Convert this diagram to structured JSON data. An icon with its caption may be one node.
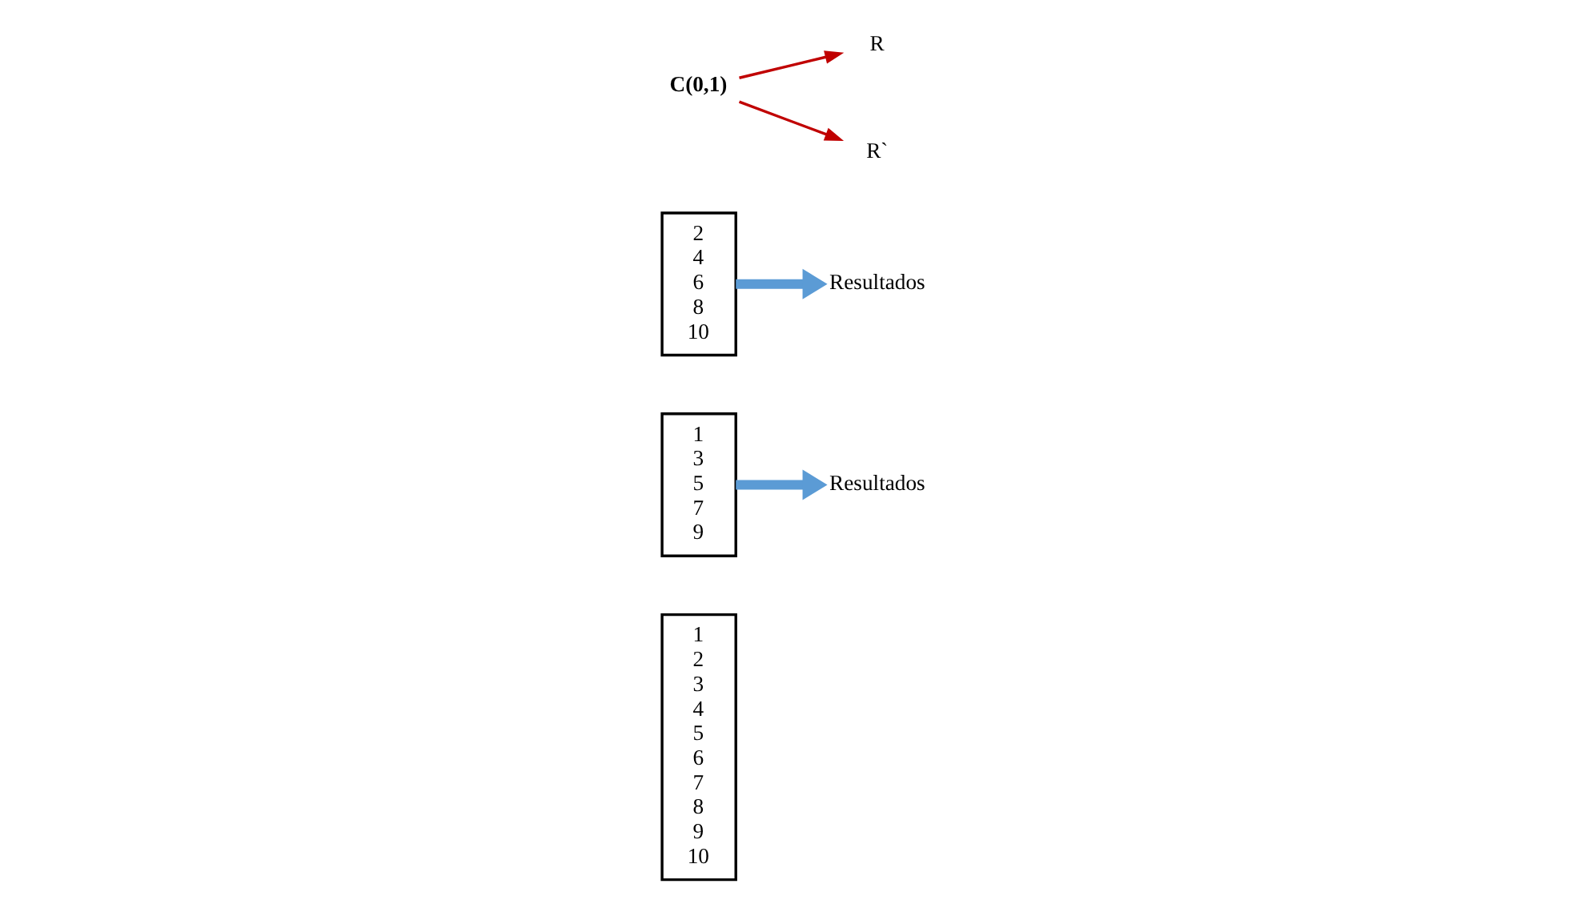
{
  "diagram": {
    "nodes": [
      {
        "text": [
          "1",
          "2",
          "3",
          "4",
          "5",
          "6",
          "7",
          "8",
          "9",
          "10"
        ]
      },
      {
        "text": [
          "1",
          "3",
          "5",
          "7",
          "9"
        ]
      },
      {
        "text": [
          "2",
          "4",
          "6",
          "8",
          "10"
        ]
      },
      {
        "text": [
          "Resultados"
        ]
      },
      {
        "text": [
          "Resultados"
        ]
      },
      {
        "text": [
          "R"
        ]
      },
      {
        "text": [
          "R`"
        ]
      },
      {
        "text": [
          "C(0,1)"
        ]
      }
    ],
    "edges": [
      {
        "from": 1,
        "to": 3,
        "arrow": "to",
        "style": "thick",
        "color": "#5b9bd5"
      },
      {
        "from": 2,
        "to": 4,
        "arrow": "to",
        "style": "thick",
        "color": "#5b9bd5"
      },
      {
        "from": 7,
        "to": 5,
        "arrow": "to",
        "color": "#c00000"
      },
      {
        "from": 7,
        "to": 6,
        "arrow": "to",
        "color": "#c00000"
      }
    ]
  }
}
